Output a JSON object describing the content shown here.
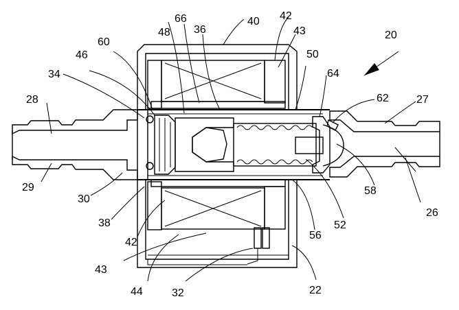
{
  "figure": {
    "labels": {
      "l20": "20",
      "l22": "22",
      "l26": "26",
      "l27": "27",
      "l28": "28",
      "l29": "29",
      "l30": "30",
      "l32": "32",
      "l34": "34",
      "l36": "36",
      "l38": "38",
      "l40": "40",
      "l42a": "42",
      "l42b": "42",
      "l43a": "43",
      "l43b": "43",
      "l44": "44",
      "l46": "46",
      "l48": "48",
      "l50": "50",
      "l52": "52",
      "l56": "56",
      "l58": "58",
      "l60": "60",
      "l62": "62",
      "l64": "64",
      "l66": "66"
    }
  }
}
